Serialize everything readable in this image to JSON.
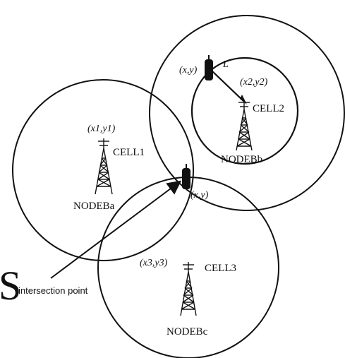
{
  "cells": [
    {
      "coord": "(x1,y1)",
      "cell": "CELL1",
      "node": "NODEBa"
    },
    {
      "coord": "(x2,y2)",
      "cell": "CELL2",
      "node": "NODEBb"
    },
    {
      "coord": "(x3,y3)",
      "cell": "CELL3",
      "node": "NODEBc"
    }
  ],
  "mobile_labels": {
    "upper": "(x,y)",
    "intersection": "(x,y)"
  },
  "distance_label": "L",
  "annotation": {
    "glyph": "S",
    "text": "intersection point"
  }
}
